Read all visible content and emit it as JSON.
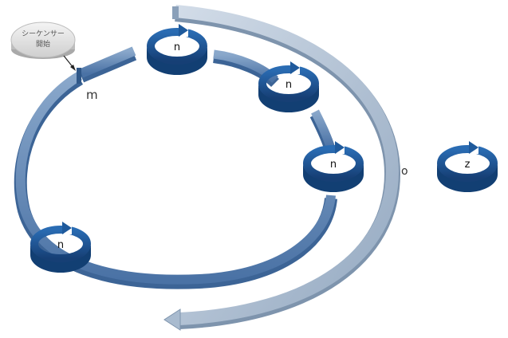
{
  "start_disc": {
    "line1": "シーケンサー",
    "line2": "開始"
  },
  "labels": {
    "m": "m",
    "o": "o"
  },
  "loops": [
    {
      "id": "loop-1",
      "label": "n"
    },
    {
      "id": "loop-2",
      "label": "n"
    },
    {
      "id": "loop-3",
      "label": "n"
    },
    {
      "id": "loop-4",
      "label": "n"
    },
    {
      "id": "loop-standalone",
      "label": "z"
    }
  ],
  "colors": {
    "inner_ring": "#5b82b3",
    "outer_band": "#b8c7d8",
    "loop": "#1f5a9c",
    "loop_dark": "#123f73",
    "disc": "#e1e1e1"
  }
}
